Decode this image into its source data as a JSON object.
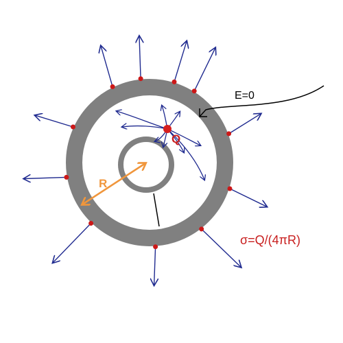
{
  "labels": {
    "charge": "Q",
    "radius": "R",
    "field_inside": "E=0",
    "surface_density": "σ=Q/(4πR)"
  },
  "colors": {
    "shell": "#808080",
    "inner_shell": "#808080",
    "field_line": "#1f2a8f",
    "charge": "#d61f1f",
    "surface_charge": "#cc1818",
    "radius_arrow": "#f0963c",
    "pointer": "#000000",
    "formula": "#c81e1e"
  },
  "surface_charges": {
    "count": 11
  },
  "field_lines": {
    "outside_count": 11
  }
}
